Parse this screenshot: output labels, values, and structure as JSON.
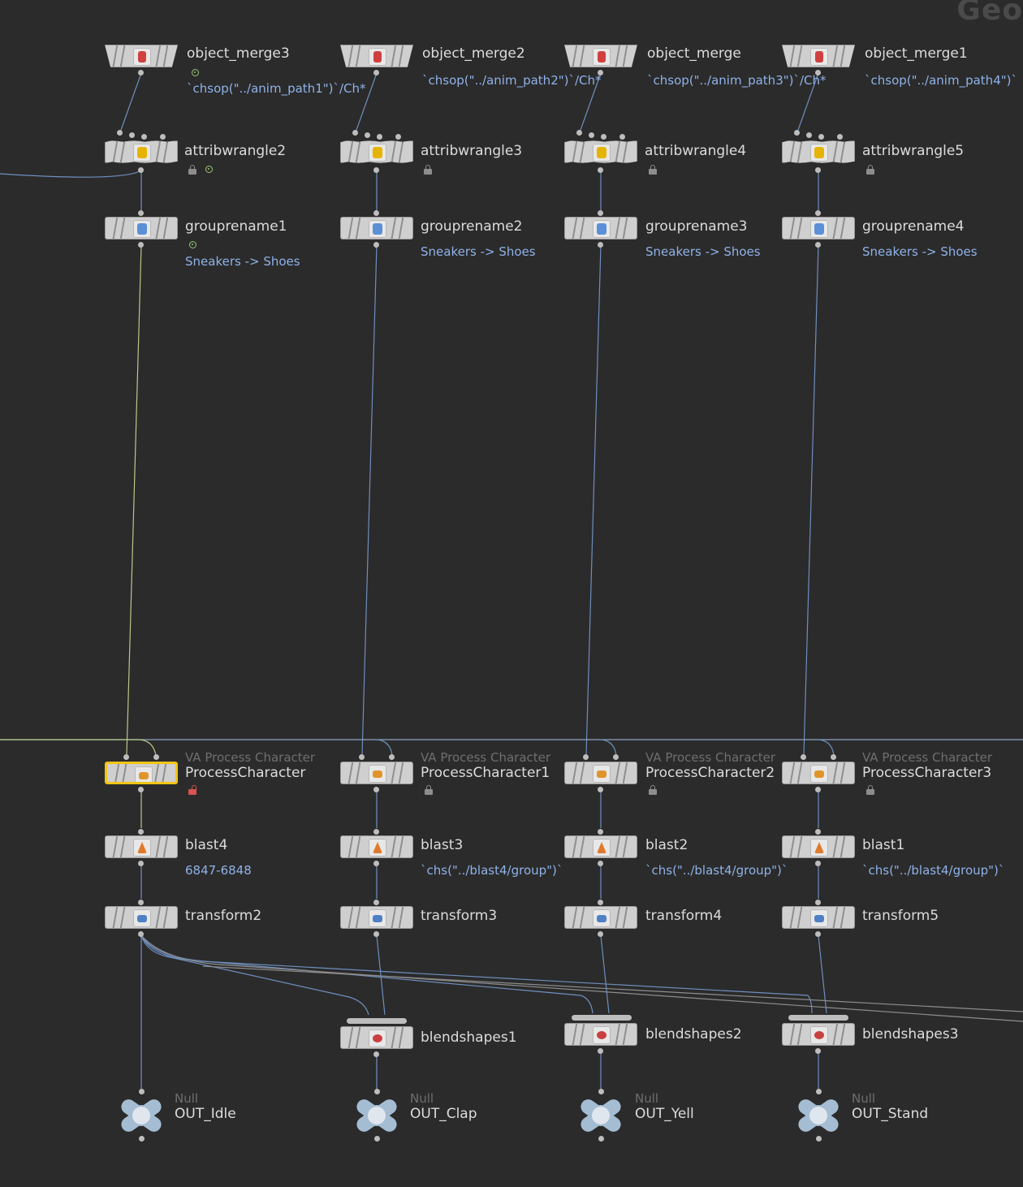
{
  "context_label": "Geo",
  "colors": {
    "wire": "#6f8fbf",
    "active_wire": "#b9c98a",
    "param": "#8fb2e8",
    "selected": "#f2c418"
  },
  "row1": [
    {
      "name": "object_merge3",
      "param": "`chsop(\"../anim_path1\")`/Ch*",
      "icon": "object-merge-icon"
    },
    {
      "name": "object_merge2",
      "param": "`chsop(\"../anim_path2\")`/Ch*",
      "icon": "object-merge-icon"
    },
    {
      "name": "object_merge",
      "param": "`chsop(\"../anim_path3\")`/Ch*",
      "icon": "object-merge-icon"
    },
    {
      "name": "object_merge1",
      "param": "`chsop(\"../anim_path4\")`",
      "icon": "object-merge-icon"
    }
  ],
  "row2": [
    {
      "name": "attribwrangle2",
      "icon": "wrangle-icon"
    },
    {
      "name": "attribwrangle3",
      "icon": "wrangle-icon"
    },
    {
      "name": "attribwrangle4",
      "icon": "wrangle-icon"
    },
    {
      "name": "attribwrangle5",
      "icon": "wrangle-icon"
    }
  ],
  "row3": [
    {
      "name": "grouprename1",
      "param": "Sneakers -> Shoes",
      "icon": "group-rename-icon"
    },
    {
      "name": "grouprename2",
      "param": "Sneakers -> Shoes",
      "icon": "group-rename-icon"
    },
    {
      "name": "grouprename3",
      "param": "Sneakers -> Shoes",
      "icon": "group-rename-icon"
    },
    {
      "name": "grouprename4",
      "param": "Sneakers -> Shoes",
      "icon": "group-rename-icon"
    }
  ],
  "row4": [
    {
      "type": "VA Process Character",
      "name": "ProcessCharacter",
      "icon": "hda-icon"
    },
    {
      "type": "VA Process Character",
      "name": "ProcessCharacter1",
      "icon": "hda-icon"
    },
    {
      "type": "VA Process Character",
      "name": "ProcessCharacter2",
      "icon": "hda-icon"
    },
    {
      "type": "VA Process Character",
      "name": "ProcessCharacter3",
      "icon": "hda-icon"
    }
  ],
  "row5": [
    {
      "name": "blast4",
      "param": "6847-6848",
      "icon": "blast-icon"
    },
    {
      "name": "blast3",
      "param": "`chs(\"../blast4/group\")`",
      "icon": "blast-icon"
    },
    {
      "name": "blast2",
      "param": "`chs(\"../blast4/group\")`",
      "icon": "blast-icon"
    },
    {
      "name": "blast1",
      "param": "`chs(\"../blast4/group\")`",
      "icon": "blast-icon"
    }
  ],
  "row6": [
    {
      "name": "transform2",
      "icon": "transform-icon"
    },
    {
      "name": "transform3",
      "icon": "transform-icon"
    },
    {
      "name": "transform4",
      "icon": "transform-icon"
    },
    {
      "name": "transform5",
      "icon": "transform-icon"
    }
  ],
  "row7": [
    {
      "name": "blendshapes1",
      "icon": "blendshapes-icon"
    },
    {
      "name": "blendshapes2",
      "icon": "blendshapes-icon"
    },
    {
      "name": "blendshapes3",
      "icon": "blendshapes-icon"
    }
  ],
  "row8": [
    {
      "type": "Null",
      "name": "OUT_Idle",
      "icon": "null-icon"
    },
    {
      "type": "Null",
      "name": "OUT_Clap",
      "icon": "null-icon"
    },
    {
      "type": "Null",
      "name": "OUT_Yell",
      "icon": "null-icon"
    },
    {
      "type": "Null",
      "name": "OUT_Stand",
      "icon": "null-icon"
    }
  ]
}
